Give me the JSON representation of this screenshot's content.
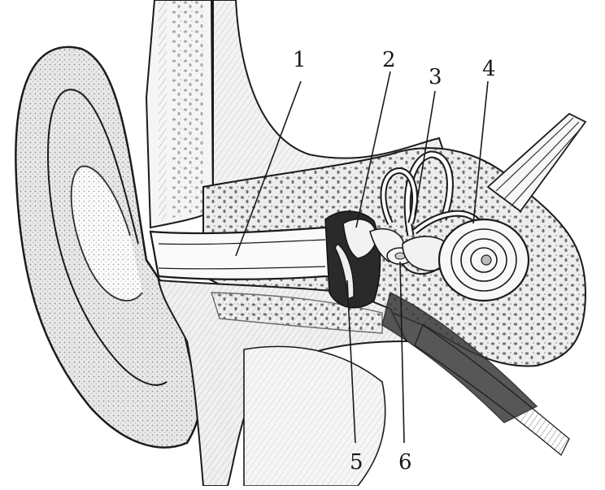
{
  "figure": {
    "background": "#ffffff",
    "ink_color": "#1a1a1a",
    "fill_light": "#f3f3f3",
    "fill_mid": "#d9d9d9",
    "fill_dark": "#3a3a3a"
  },
  "labels": [
    {
      "id": "1",
      "text": "1"
    },
    {
      "id": "2",
      "text": "2"
    },
    {
      "id": "3",
      "text": "3"
    },
    {
      "id": "4",
      "text": "4"
    },
    {
      "id": "5",
      "text": "5"
    },
    {
      "id": "6",
      "text": "6"
    }
  ]
}
